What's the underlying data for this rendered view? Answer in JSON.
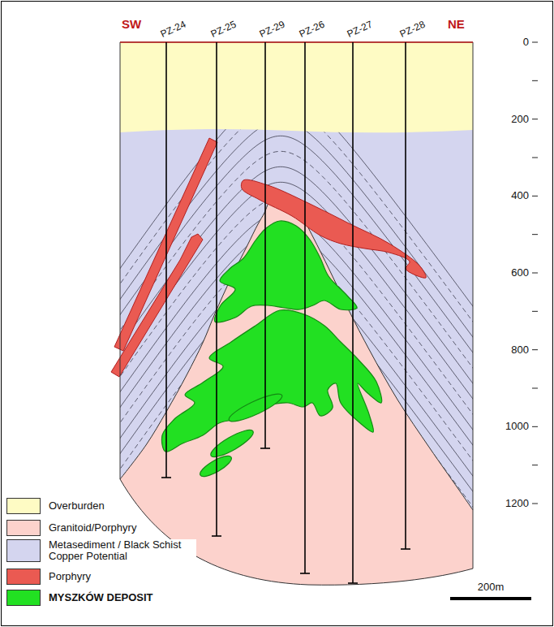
{
  "diagram": {
    "labels": [
      "SW",
      "PZ-24",
      "PZ-25",
      "PZ-29",
      "PZ-26",
      "PZ-27",
      "PZ-28",
      "NE",
      "0",
      "200",
      "400",
      "600",
      "800",
      "1000",
      "1200",
      "200m"
    ],
    "legend": [
      {
        "text": "Overburden",
        "color": "#fefbc4"
      },
      {
        "text": "Granitoid/Porphyry",
        "color": "#fcd2cc"
      },
      {
        "text": "Metasediment / Black Schist Copper Potential",
        "color": "#d4d5ef"
      },
      {
        "text": "Porphyry",
        "color": "#ea5a52"
      },
      {
        "text": "MYSZKÓW DEPOSIT",
        "color": "#22e022"
      }
    ]
  }
}
